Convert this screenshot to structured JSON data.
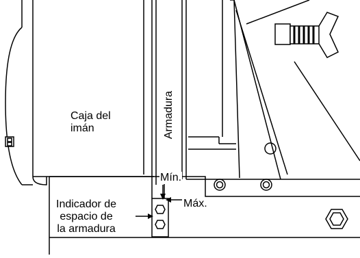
{
  "labels": {
    "magnet_box": [
      "Caja del",
      "imán"
    ],
    "armature": "Armadura",
    "min": "Mín.",
    "max": "Máx.",
    "gap_indicator": [
      "Indicador de",
      "espacio de",
      "la armadura"
    ]
  }
}
